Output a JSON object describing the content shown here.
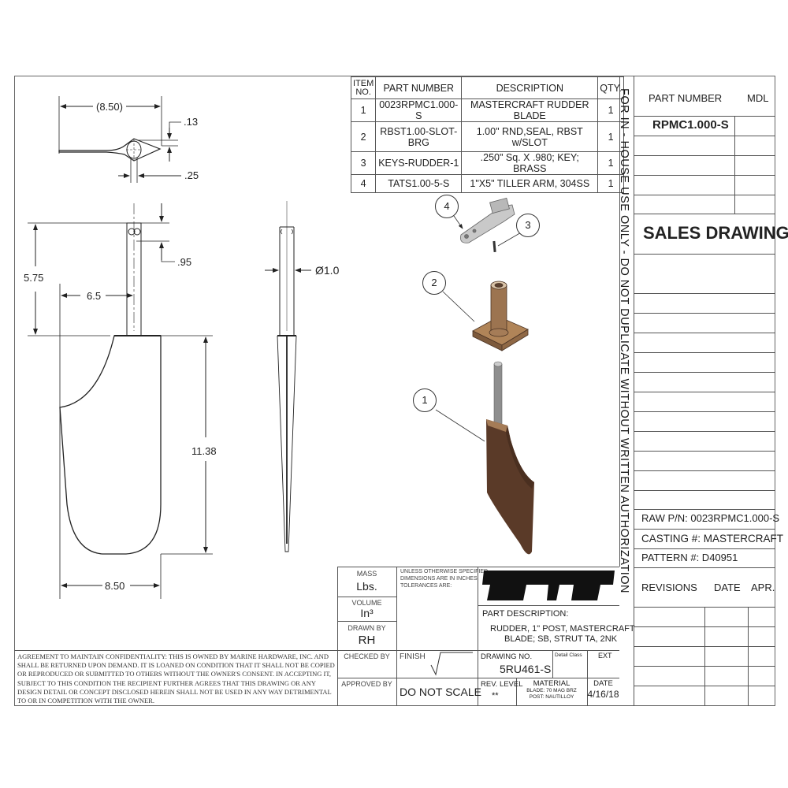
{
  "views": {
    "top": {
      "dim_width": "(8.50)",
      "dim_thickness": ".13",
      "dim_bore": ".25"
    },
    "front": {
      "dim_post_height": "5.75",
      "dim_key": ".95",
      "dim_post_offset": "6.5",
      "dim_blade_height": "11.38",
      "dim_blade_width": "8.50"
    },
    "side": {
      "dim_diameter": "Ø1.0"
    }
  },
  "bom": {
    "headers": {
      "item": "ITEM NO.",
      "part_number": "PART NUMBER",
      "description": "DESCRIPTION",
      "qty": "QTY."
    },
    "rows": [
      {
        "item": "1",
        "part_number": "0023RPMC1.000-S",
        "description": "MASTERCRAFT RUDDER BLADE",
        "qty": "1"
      },
      {
        "item": "2",
        "part_number": "RBST1.00-SLOT-BRG",
        "description": "1.00\" RND,SEAL, RBST w/SLOT",
        "qty": "1"
      },
      {
        "item": "3",
        "part_number": "KEYS-RUDDER-1",
        "description": ".250\" Sq. X .980; KEY; BRASS",
        "qty": "1"
      },
      {
        "item": "4",
        "part_number": "TATS1.00-5-S",
        "description": "1\"X5\" TILLER ARM, 304SS",
        "qty": "1"
      }
    ]
  },
  "balloons": [
    "1",
    "2",
    "3",
    "4"
  ],
  "vertical_notice": "FOR IN - HOUSE USE ONLY - DO NOT DUPLICATE WITHOUT WRITTEN AUTHORIZATION",
  "right_panel": {
    "part_number_label": "PART NUMBER",
    "mdl_label": "MDL",
    "part_number_value": "RPMC1.000-S",
    "sales_drawing": "SALES DRAWING",
    "raw_pn": "RAW P/N:  0023RPMC1.000-S",
    "casting": "CASTING #:  MASTERCRAFT",
    "pattern": "PATTERN #: D40951",
    "revisions_label": "REVISIONS",
    "date_label": "DATE",
    "apr_label": "APR."
  },
  "title_block": {
    "mass_label": "MASS",
    "mass_unit": "Lbs.",
    "volume_label": "VOLUME",
    "volume_unit": "In³",
    "drawn_by_label": "DRAWN BY",
    "drawn_by": "RH",
    "checked_by_label": "CHECKED BY",
    "approved_by_label": "APPROVED BY",
    "tolerance_note_1": "UNLESS OTHERWISE SPECIFIED",
    "tolerance_note_2": "DIMENSIONS ARE IN INCHES.",
    "tolerance_note_3": "TOLERANCES ARE:",
    "finish_label": "FINISH",
    "do_not_scale": "DO NOT SCALE",
    "part_desc_label": "PART DESCRIPTION:",
    "part_desc_1": "RUDDER, 1\" POST, MASTERCRAFT",
    "part_desc_2": "BLADE; SB, STRUT TA, 2NK",
    "drawing_no_label": "DRAWING NO.",
    "drawing_no": "5RU461-S",
    "detail_class_label": "Detail Class",
    "ext_label": "EXT",
    "rev_level_label": "REV. LEVEL",
    "rev_level": "**",
    "material_label": "MATERIAL",
    "material_1": "BLADE: 70 MAG BRZ",
    "material_2": "POST:   NAUTILLOY",
    "date_label": "DATE",
    "date": "4/16/18"
  },
  "confidentiality": [
    "AGREEMENT TO MAINTAIN CONFIDENTIALITY: THIS IS OWNED BY MARINE HARDWARE, INC. AND",
    "SHALL BE RETURNED UPON DEMAND.  IT IS LOANED ON CONDITION THAT IT SHALL NOT BE COPIED",
    "OR REPRODUCED OR SUBMITTED TO OTHERS WITHOUT THE OWNER'S CONSENT.  IN ACCEPTING IT,",
    "SUBJECT TO THIS CONDITION THE RECIPIENT FURTHER AGREES THAT THIS DRAWING OR ANY",
    "DESIGN DETAIL OR CONCEPT DISCLOSED HEREIN SHALL NOT BE USED IN ANY WAY DETRIMENTAL",
    "TO OR  IN COMPETITION WITH THE OWNER."
  ],
  "colors": {
    "bronze": "#6b4a35",
    "bronze_light": "#a57c57",
    "steel": "#9a9a9a",
    "line": "#555555"
  }
}
